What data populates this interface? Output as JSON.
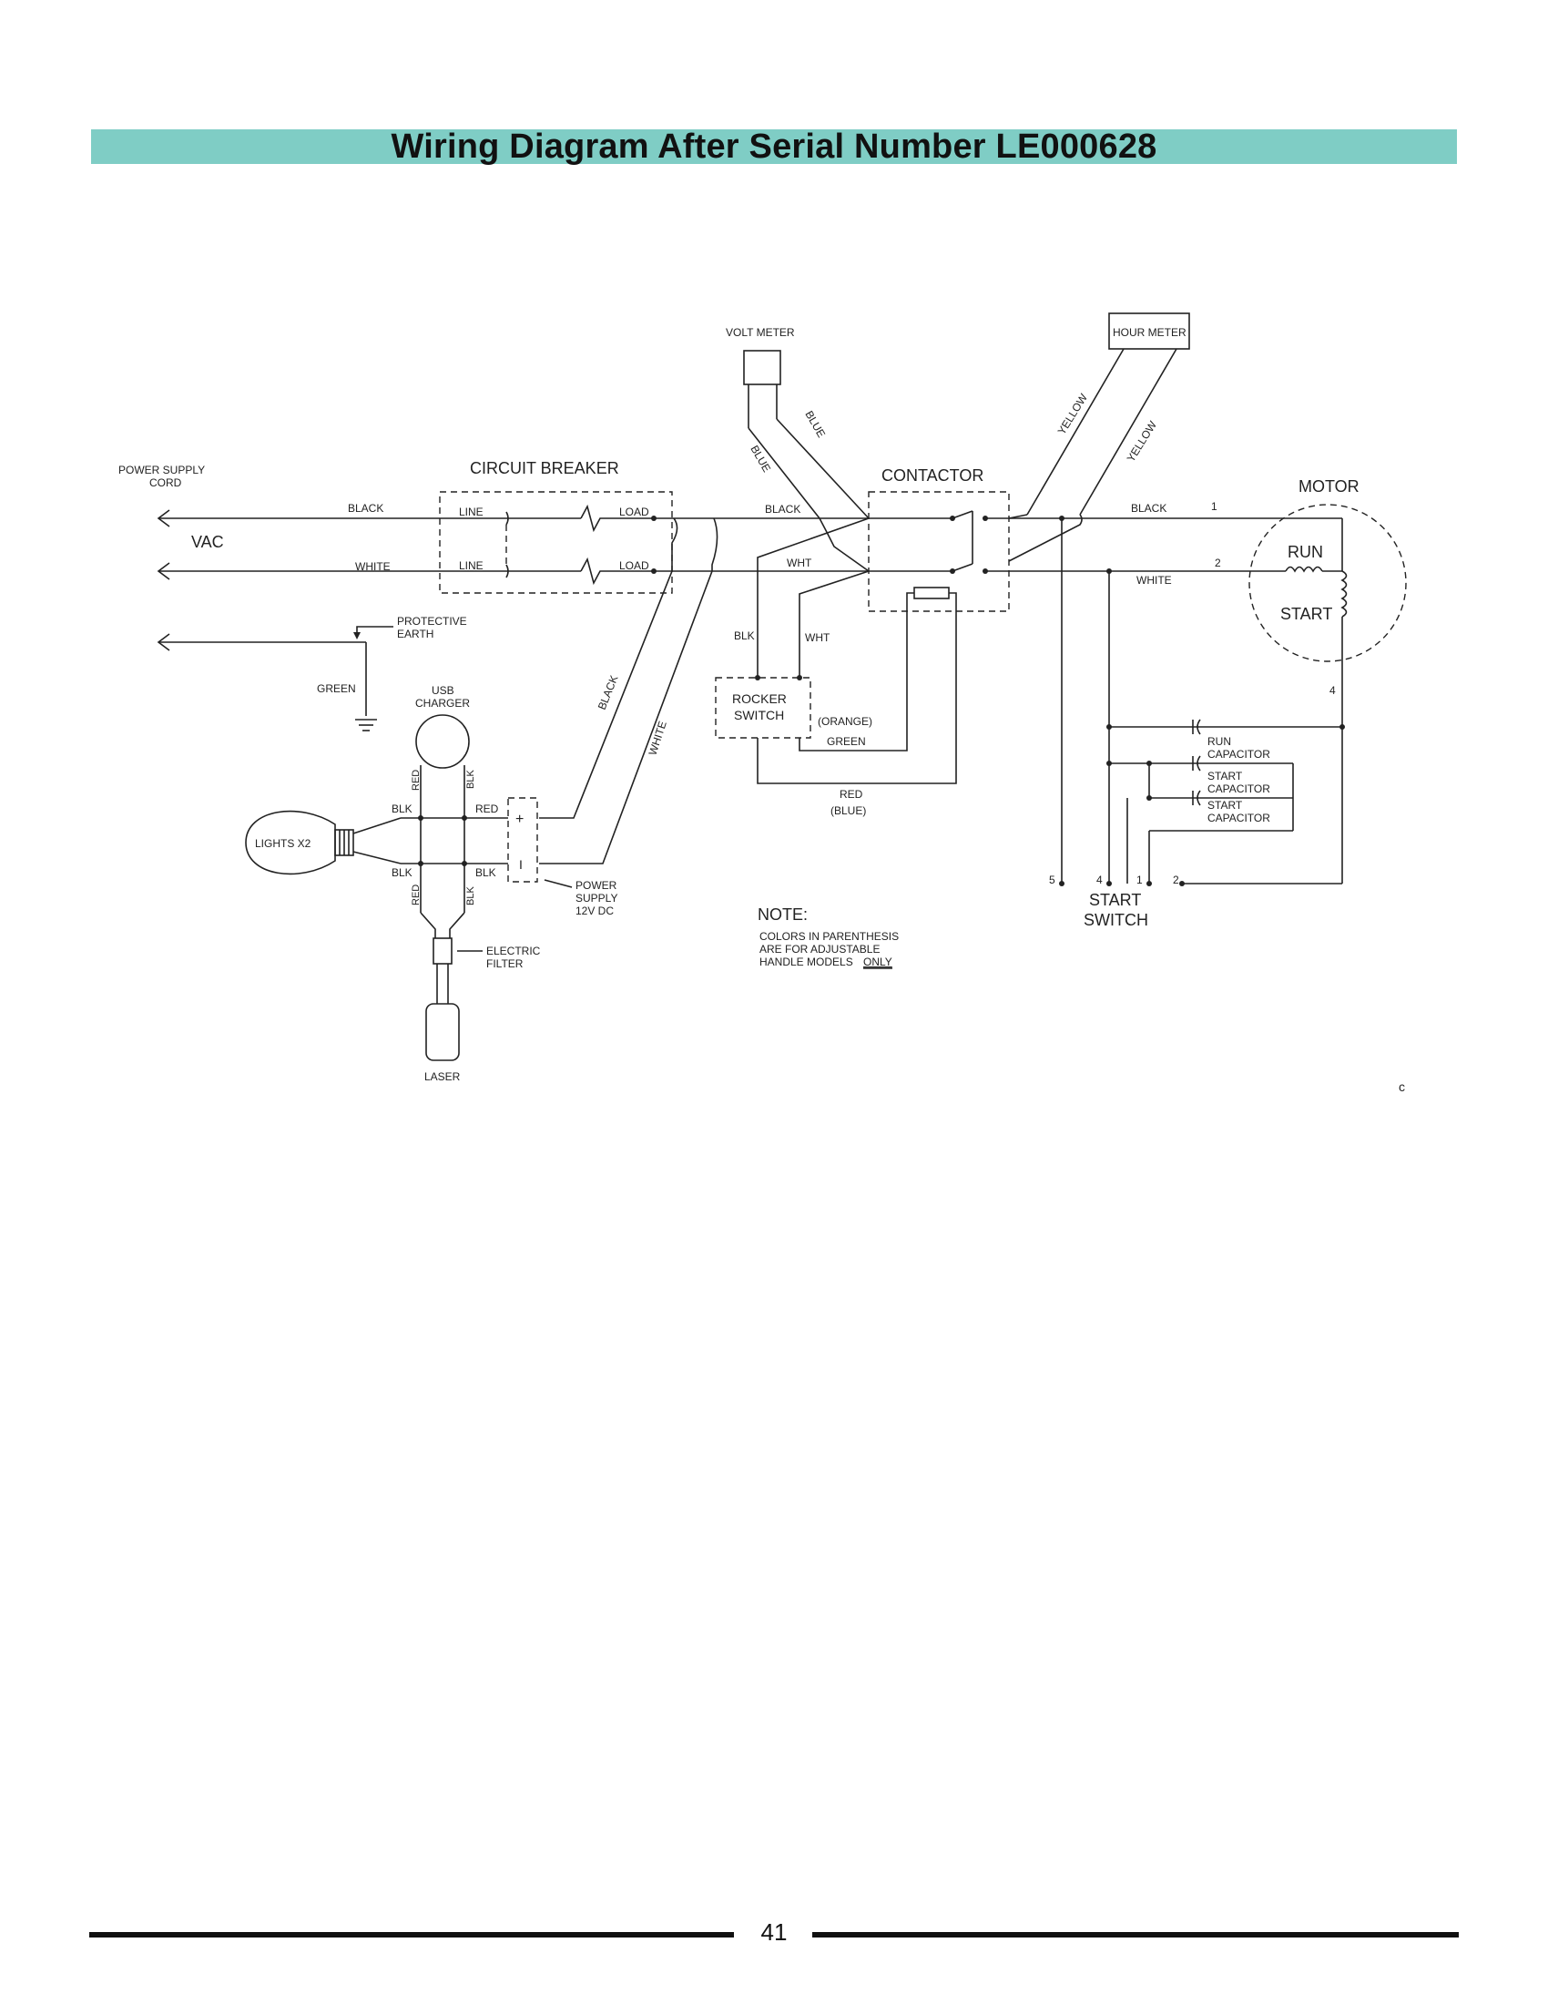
{
  "title": "Wiring Diagram After Serial Number LE000628",
  "page_number": "41",
  "colors": {
    "title_bar": "#7fcdc5",
    "line": "#222222"
  },
  "labels": {
    "power_supply_cord_1": "POWER SUPPLY",
    "power_supply_cord_2": "CORD",
    "vac": "VAC",
    "black": "BLACK",
    "white": "WHITE",
    "green": "GREEN",
    "protective_earth_1": "PROTECTIVE",
    "protective_earth_2": "EARTH",
    "circuit_breaker": "CIRCUIT BREAKER",
    "line": "LINE",
    "load": "LOAD",
    "volt_meter": "VOLT METER",
    "hour_meter": "HOUR METER",
    "blue": "BLUE",
    "yellow": "YELLOW",
    "contactor": "CONTACTOR",
    "wht": "WHT",
    "blk": "BLK",
    "red": "RED",
    "motor": "MOTOR",
    "run": "RUN",
    "start": "START",
    "num_1": "1",
    "num_2": "2",
    "num_4": "4",
    "num_5": "5",
    "rocker_switch_1": "ROCKER",
    "rocker_switch_2": "SWITCH",
    "orange_paren": "(ORANGE)",
    "blue_paren": "(BLUE)",
    "usb_charger_1": "USB",
    "usb_charger_2": "CHARGER",
    "lights_x2": "LIGHTS X2",
    "plus": "+",
    "minus": "I",
    "power_supply_12v_1": "POWER",
    "power_supply_12v_2": "SUPPLY",
    "power_supply_12v_3": "12V DC",
    "electric_filter_1": "ELECTRIC",
    "electric_filter_2": "FILTER",
    "laser": "LASER",
    "run_capacitor_1": "RUN",
    "run_capacitor_2": "CAPACITOR",
    "start_capacitor_1": "START",
    "start_capacitor_2": "CAPACITOR",
    "start_switch_1": "START",
    "start_switch_2": "SWITCH",
    "note_title": "NOTE:",
    "note_line1": "COLORS IN PARENTHESIS",
    "note_line2": "ARE FOR ADJUSTABLE",
    "note_line3": "HANDLE MODELS",
    "note_only": "ONLY",
    "corner_mark": "c"
  }
}
